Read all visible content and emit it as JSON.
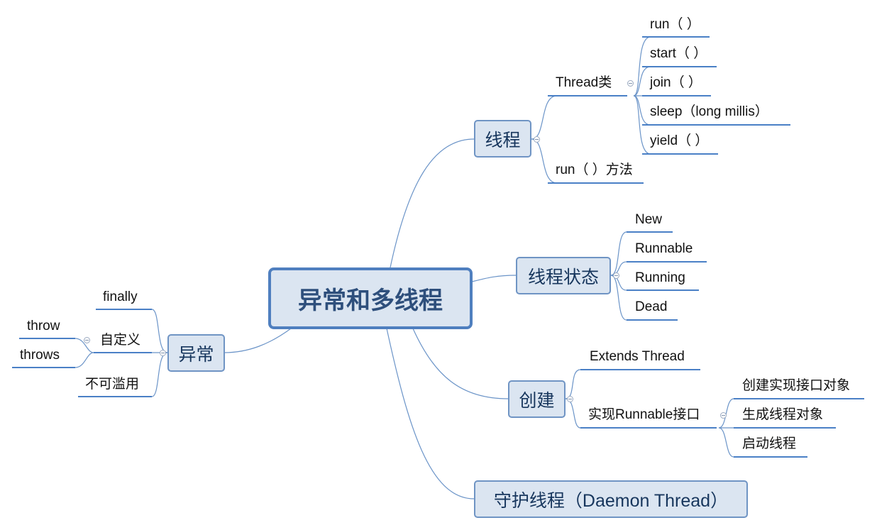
{
  "central": "异常和多线程",
  "threads": {
    "label": "线程",
    "thread_class": {
      "label": "Thread类",
      "methods": [
        "run（ ）",
        "start（ ）",
        "join（ ）",
        "sleep（long millis）",
        "yield（ ）"
      ]
    },
    "run_method": "run（ ）方法"
  },
  "thread_state": {
    "label": "线程状态",
    "states": [
      "New",
      "Runnable",
      "Running",
      "Dead"
    ]
  },
  "create": {
    "label": "创建",
    "extends_thread": "Extends Thread",
    "runnable": {
      "label": "实现Runnable接口",
      "steps": [
        "创建实现接口对象",
        "生成线程对象",
        "启动线程"
      ]
    }
  },
  "daemon": {
    "label": "守护线程（Daemon Thread）"
  },
  "exception": {
    "label": "异常",
    "finally": "finally",
    "custom": {
      "label": "自定义",
      "items": [
        "throw",
        "throws"
      ]
    },
    "no_abuse": "不可滥用"
  },
  "colors": {
    "node_fill": "#dbe5f1",
    "node_border": "#6f94c4",
    "connector": "#6b94c8",
    "underline": "#4a80c6",
    "text_dark_blue": "#17365d"
  }
}
